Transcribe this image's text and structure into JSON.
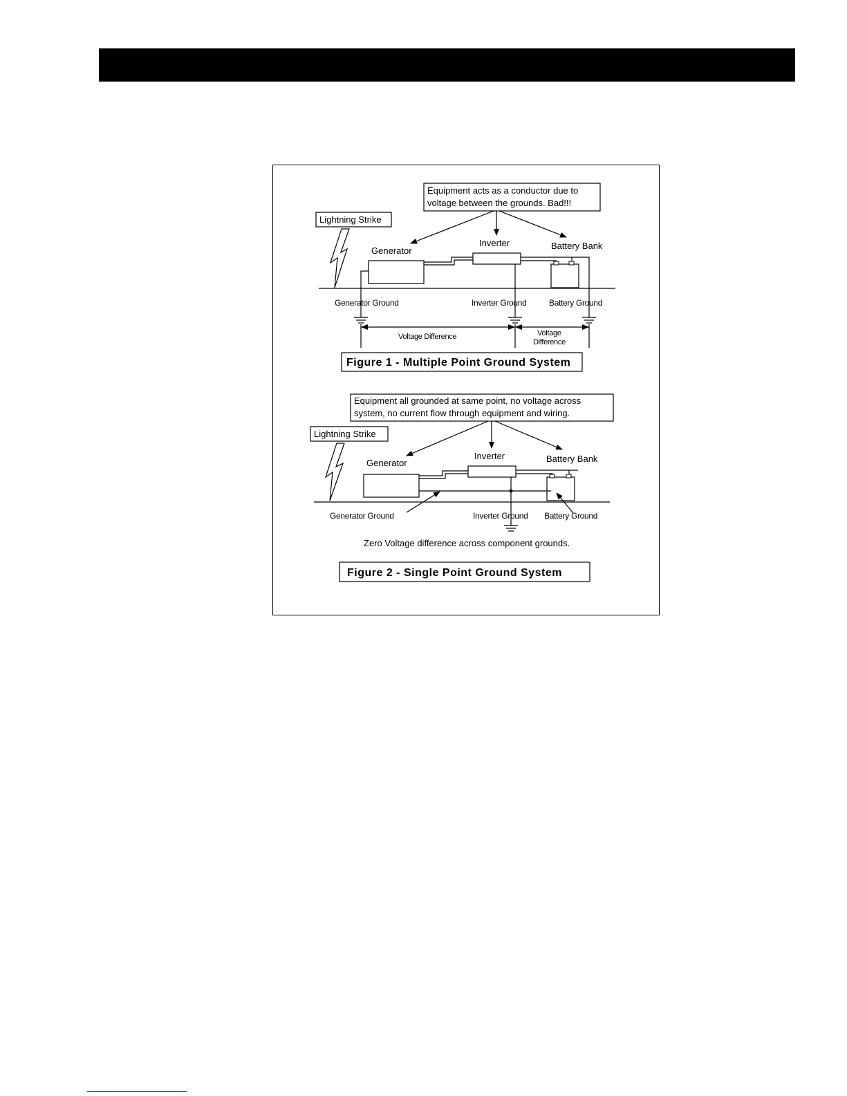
{
  "figure1": {
    "callout_line1": "Equipment acts as a conductor due to",
    "callout_line2": "voltage between the grounds. Bad!!!",
    "lightning_label": "Lightning Strike",
    "generator_label": "Generator",
    "inverter_label": "Inverter",
    "battery_label": "Battery Bank",
    "generator_ground": "Generator Ground",
    "inverter_ground": "Inverter Ground",
    "battery_ground": "Battery Ground",
    "voltage_difference": "Voltage Difference",
    "voltage_difference_right_line1": "Voltage",
    "voltage_difference_right_line2": "Difference",
    "caption": "Figure 1 - Multiple Point Ground System"
  },
  "figure2": {
    "callout_line1": "Equipment all grounded at same point, no voltage across",
    "callout_line2": "system, no current flow through equipment and wiring.",
    "lightning_label": "Lightning Strike",
    "generator_label": "Generator",
    "inverter_label": "Inverter",
    "battery_label": "Battery Bank",
    "generator_ground": "Generator Ground",
    "inverter_ground": "Inverter Ground",
    "battery_ground": "Battery Ground",
    "zero_voltage_note": "Zero Voltage difference across component grounds.",
    "caption": "Figure 2 - Single Point Ground System"
  },
  "colors": {
    "header_bar": "#000000",
    "footer_link": "#2b4fb0"
  }
}
